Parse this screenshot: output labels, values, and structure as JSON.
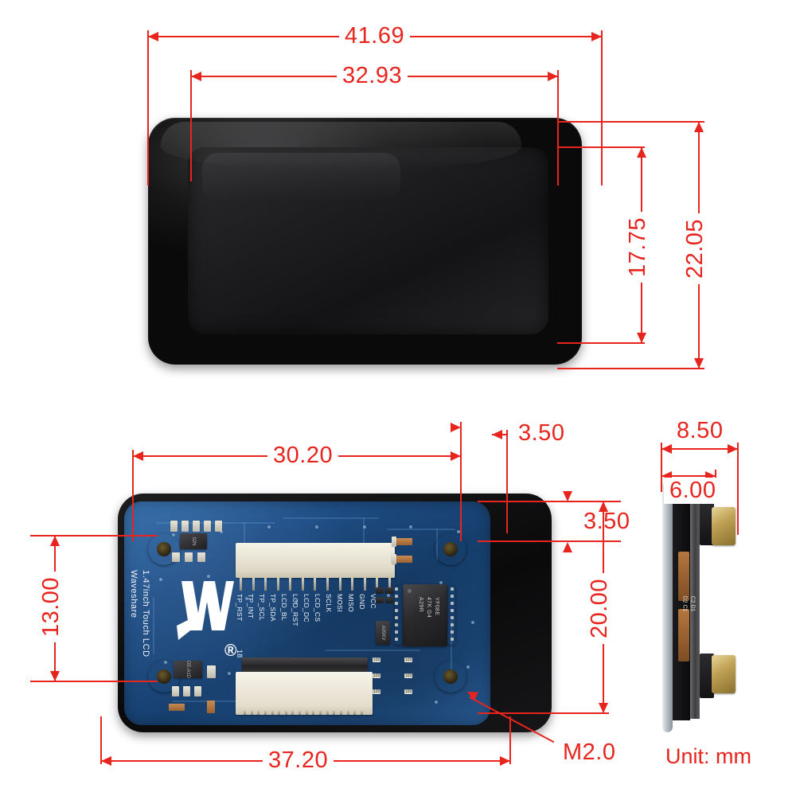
{
  "drawing": {
    "unit_label": "Unit: mm",
    "unit_color": "#e8241f",
    "product_name": "Waveshare 1.47inch Touch LCD"
  },
  "views": {
    "front": {
      "name": "front-view"
    },
    "back": {
      "name": "back-view"
    },
    "side": {
      "name": "side-view"
    }
  },
  "dimensions": {
    "front": {
      "overall_width": "41.69",
      "active_width": "32.93",
      "active_height": "17.75",
      "overall_height": "22.05"
    },
    "back": {
      "hole_span_horizontal": "30.20",
      "edge_offset_horizontal": "3.50",
      "edge_offset_vertical": "3.50",
      "hole_span_vertical": "20.00",
      "hole_span_left_vertical": "13.00",
      "pcb_width": "37.20",
      "hole_callout": "M2.0"
    },
    "side": {
      "total_thickness": "8.50",
      "pcb_thickness": "6.00"
    }
  },
  "pcb": {
    "brand": "Waveshare",
    "brand_mark": "®",
    "silk_model": "1.47inch Touch LCD",
    "silk_rev": "18",
    "ic_marking": [
      "YF08E",
      "47K G4",
      "A29R"
    ],
    "sot_left_top": "02N",
    "sot_left_bottom": "DE-A1D",
    "sot_mid": "A05KV",
    "resistor_labels": [
      "102",
      "103",
      "103",
      "103",
      "103",
      "103"
    ],
    "pin_labels": [
      "VCC",
      "GND",
      "MISO",
      "MOSI",
      "SCLK",
      "LCD_CS",
      "LCD_DC",
      "LCD_RST",
      "LCD_BL",
      "TP_SDA",
      "TP_SCL",
      "TP_INT",
      "TP_RST"
    ]
  },
  "side_silk": {
    "line1": "D2 C1",
    "line2": "C2 D1"
  },
  "colors": {
    "dimension_red": "#e8241f",
    "pcb_blue": "#1f4f88",
    "bezel_black": "#0a0a0b",
    "pad_gold": "#c0a255"
  }
}
